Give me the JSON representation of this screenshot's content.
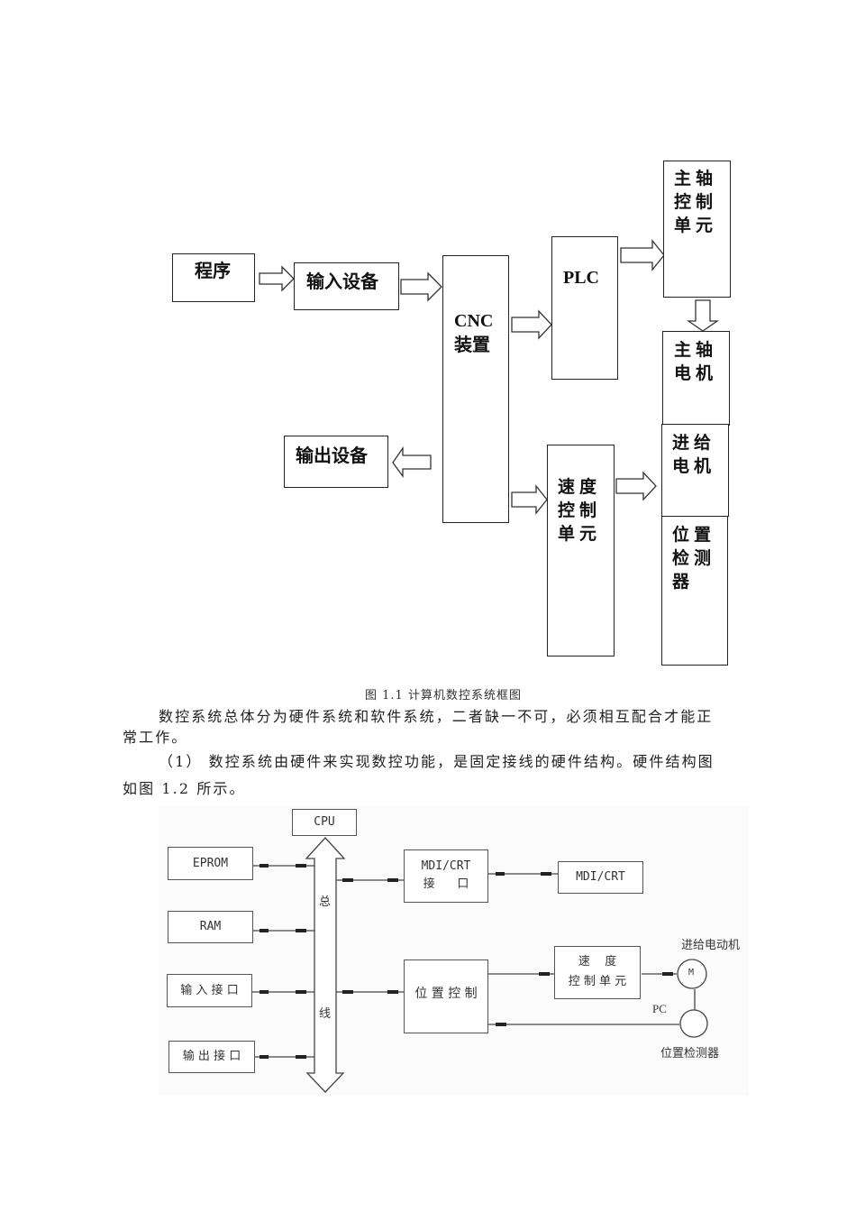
{
  "figure1": {
    "nodes": {
      "program": "程序",
      "input_device": "输入设备",
      "cnc_line1": "CNC",
      "cnc_line2": "装置",
      "plc": "PLC",
      "spindle_control_unit": "主轴控制单元",
      "spindle_motor": "主轴电机",
      "output_device": "输出设备",
      "speed_control_unit": "速度控制单元",
      "feed_motor": "进给电机",
      "position_detector": "位置检测器"
    },
    "caption": "图 1.1 计算机数控系统框图"
  },
  "body": {
    "paragraph1": "数控系统总体分为硬件系统和软件系统，二者缺一不可，必须相互配合才能正常工作。",
    "paragraph1_line1": "数控系统总体分为硬件系统和软件系统，二者缺一不可，必须相互配合才能正",
    "paragraph1_line2": "常工作。",
    "paragraph2_line1": "（1） 数控系统由硬件来实现数控功能，是固定接线的硬件结构。硬件结构图",
    "paragraph2_line2": "如图 1.2 所示。"
  },
  "figure2": {
    "cpu": "CPU",
    "eprom": "EPROM",
    "ram": "RAM",
    "input_interface": "输 入 接 口",
    "output_interface": "输 出 接 口",
    "bus_top": "总",
    "bus_bottom": "线",
    "mdi_crt_interface_line1": "MDI/CRT",
    "mdi_crt_interface_line2": "接      口",
    "mdi_crt": "MDI/CRT",
    "position_control": "位 置 控 制",
    "speed_unit_line1": "速    度",
    "speed_unit_line2": "控 制 单 元",
    "motor_symbol": "M",
    "feed_motor_label": "进给电动机",
    "pc_label": "PC",
    "position_detector_label": "位置检测器"
  }
}
